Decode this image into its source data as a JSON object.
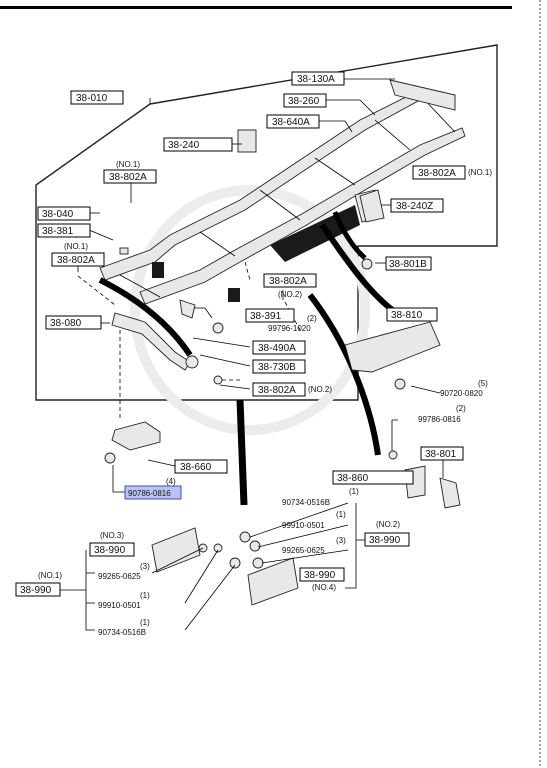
{
  "colors": {
    "highlight_fill": "#b9c4ee",
    "highlight_stroke": "#3b4cc0"
  },
  "parts": {
    "p38_010": "38-010",
    "p38_130a": "38-130A",
    "p38_260": "38-260",
    "p38_640a": "38-640A",
    "p38_240": "38-240",
    "p38_802a_1": "38-802A",
    "p38_802a_2": "38-802A",
    "p38_802a_3": "38-802A",
    "p38_802a_4": "38-802A",
    "p38_802a_5": "38-802A",
    "p38_040": "38-040",
    "p38_381": "38-381",
    "p38_240z": "38-240Z",
    "p38_801b": "38-801B",
    "p38_080": "38-080",
    "p38_391": "38-391",
    "p38_490a": "38-490A",
    "p38_730b": "38-730B",
    "p38_810": "38-810",
    "p38_660": "38-660",
    "p38_801": "38-801",
    "p38_860": "38-860",
    "p38_990_1": "38-990",
    "p38_990_2": "38-990",
    "p38_990_3": "38-990",
    "p38_990_4": "38-990"
  },
  "notes": {
    "no1": "(NO.1)",
    "no2": "(NO.2)",
    "no3": "(NO.3)",
    "no4": "(NO.4)"
  },
  "bolts": {
    "b99796_1020": "99796-1020",
    "b99796_1020_qty": "(2)",
    "b90720_0820": "90720-0820",
    "b90720_0820_qty": "(5)",
    "b99786_0816": "99786-0816",
    "b99786_0816_qty": "(2)",
    "b90786_0816": "90786-0816",
    "b90786_0816_qty": "(4)",
    "r_90734_0516b": "90734-0516B",
    "r_90734_qty": "(1)",
    "r_99910_0501": "99910-0501",
    "r_99910_qty": "(1)",
    "r_99265_0625": "99265-0625",
    "r_99265_qty": "(3)",
    "l_99265_0625": "99265-0625",
    "l_99265_qty": "(3)",
    "l_99910_0501": "99910-0501",
    "l_99910_qty": "(1)",
    "l_90734_0516b": "90734-0516B",
    "l_90734_qty": "(1)"
  }
}
